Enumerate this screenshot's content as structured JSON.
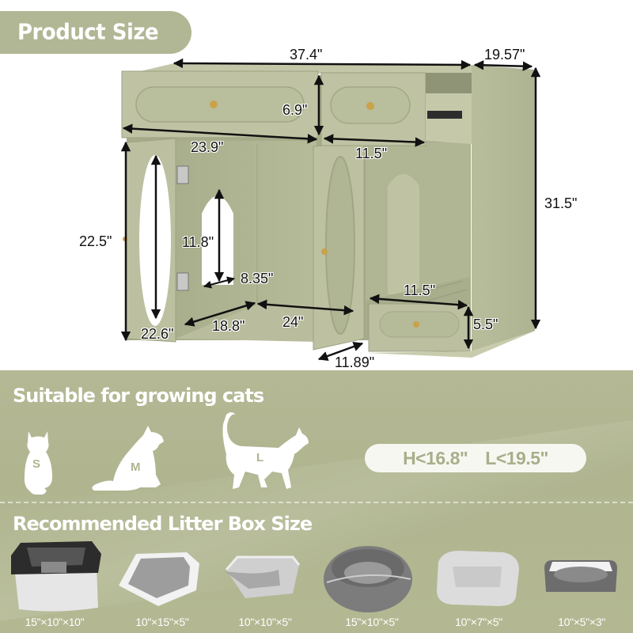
{
  "header": {
    "title": "Product Size"
  },
  "dimensions": {
    "overall_width": "37.4\"",
    "depth": "19.57\"",
    "overall_height": "31.5\"",
    "drawer_height": "6.9\"",
    "left_drawer_width": "23.9\"",
    "right_drawer_width": "11.5\"",
    "left_compartment_height": "22.5\"",
    "door_opening_height": "22.6\"",
    "inner_opening_height": "11.8\"",
    "inner_opening_width": "8.35\"",
    "left_compartment_depth": "18.8\"",
    "interior_width": "24\"",
    "right_door_width": "11.89\"",
    "right_compartment_width": "11.5\"",
    "bottom_drawer_height": "5.5\""
  },
  "cats_section": {
    "title": "Suitable for growing cats",
    "sizes": [
      {
        "label": "S",
        "icon": "cat-sitting-back-icon"
      },
      {
        "label": "M",
        "icon": "cat-sitting-side-icon"
      },
      {
        "label": "L",
        "icon": "cat-walking-icon"
      }
    ],
    "limits": {
      "height": "H<16.8\"",
      "length": "L<19.5\""
    }
  },
  "litter_section": {
    "title": "Recommended Litter Box Size",
    "items": [
      {
        "size": "15\"×10\"×10\"",
        "type": "high-side-black-litter-box"
      },
      {
        "size": "10\"×15\"×5\"",
        "type": "grey-litter-pan-with-rim"
      },
      {
        "size": "10\"×10\"×5\"",
        "type": "grey-litter-pan"
      },
      {
        "size": "15\"×10\"×5\"",
        "type": "round-grey-cat-bed"
      },
      {
        "size": "10\"×7\"×5\"",
        "type": "light-grey-plush-bed"
      },
      {
        "size": "10\"×5\"×3\"",
        "type": "small-grey-rectangular-bed"
      }
    ]
  },
  "colors": {
    "cabinet_green": "#b7bc9c",
    "cabinet_shadow": "#a3a886",
    "section_bg": "#b1b692",
    "knob_gold": "#c9a24a",
    "white": "#ffffff"
  }
}
